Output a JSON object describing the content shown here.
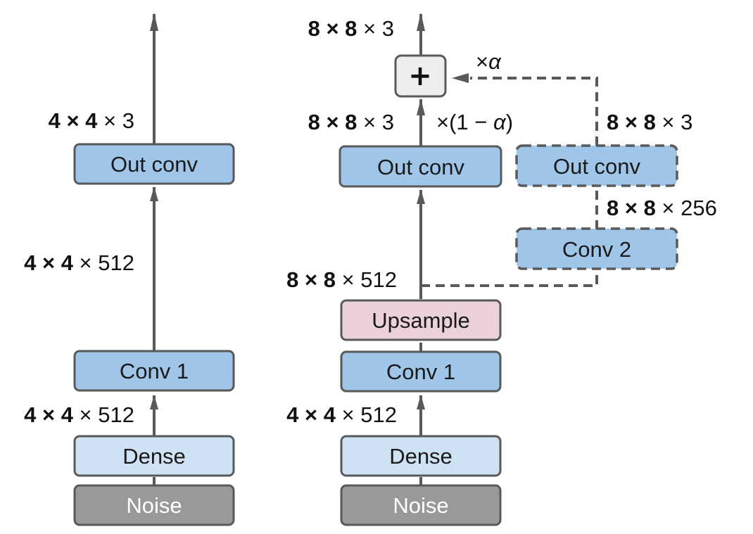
{
  "colors": {
    "dark_blue_box": "#9fc5e8",
    "light_blue_box": "#cfe2f3",
    "pink_box": "#ead1dc",
    "noise_box": "#999999",
    "plus_box": "#eeeeee",
    "line": "#595959"
  },
  "left_network": {
    "noise": "Noise",
    "dense": "Dense",
    "conv1": "Conv 1",
    "out_conv": "Out conv",
    "dim_after_dense": {
      "bold": "4 × 4",
      "rest": " × 512"
    },
    "dim_after_conv1": {
      "bold": "4 × 4",
      "rest": " × 512"
    },
    "dim_output": {
      "bold": "4 × 4",
      "rest": " × 3"
    }
  },
  "right_network": {
    "noise": "Noise",
    "dense": "Dense",
    "conv1": "Conv 1",
    "upsample": "Upsample",
    "out_conv": "Out conv",
    "new_conv2": "Conv 2",
    "new_out_conv": "Out conv",
    "plus_symbol": "+",
    "dim_after_dense": {
      "bold": "4 × 4",
      "rest": " × 512"
    },
    "dim_after_upsample": {
      "bold": "8 × 8",
      "rest": " × 512"
    },
    "dim_after_out_conv": {
      "bold": "8 × 8",
      "rest": " × 3"
    },
    "dim_after_new_conv2": {
      "bold": "8 × 8",
      "rest": " × 256"
    },
    "dim_after_new_out_conv": {
      "bold": "8 × 8",
      "rest": " × 3"
    },
    "dim_output": {
      "bold": "8 × 8",
      "rest": " × 3"
    },
    "weight_old": {
      "prefix": "×(1 − ",
      "symbol": "α",
      "suffix": ")"
    },
    "weight_new": {
      "prefix": "×",
      "symbol": "α"
    }
  }
}
